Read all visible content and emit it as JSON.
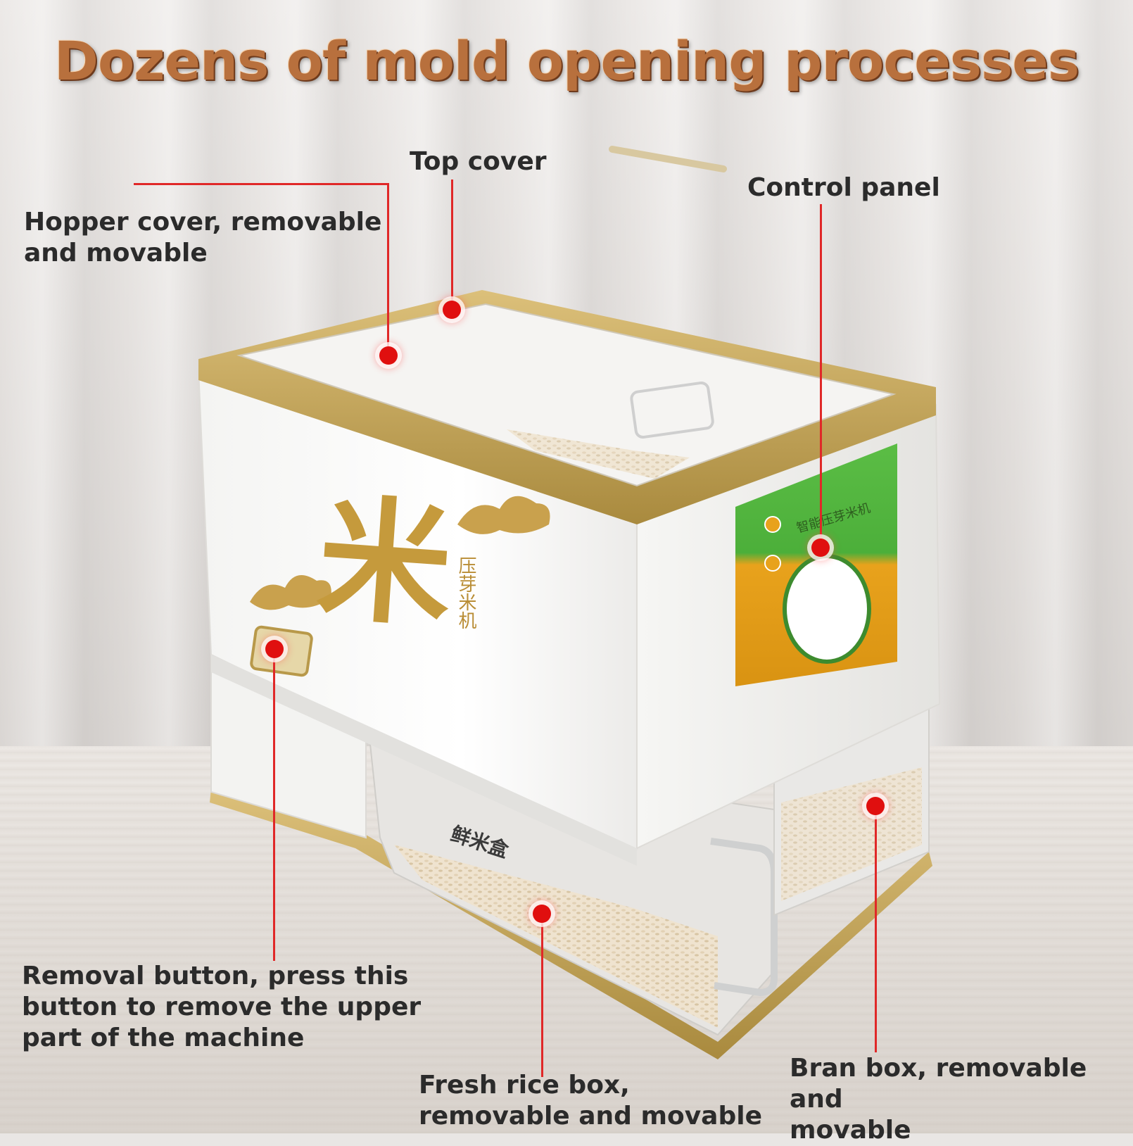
{
  "headline": "Dozens of mold opening processes",
  "labels": {
    "top_cover": "Top cover",
    "control_panel": "Control panel",
    "hopper_cover_line1": "Hopper cover, removable",
    "hopper_cover_line2": "and movable",
    "removal_button_line1": "Removal button, press this",
    "removal_button_line2": "button to remove the upper",
    "removal_button_line3": "part of the machine",
    "fresh_rice_box_line1": "Fresh rice box,",
    "fresh_rice_box_line2": "removable and movable",
    "bran_box_line1": "Bran box, removable and",
    "bran_box_line2": "movable"
  },
  "machine": {
    "front_character": "米",
    "side_text": "压芽米机",
    "panel_title": "智能压芽米机",
    "drawer_label": "鲜米盒"
  },
  "colors": {
    "gold_trim": "#c3a45a",
    "headline": "#b8703d",
    "marker": "#e00f0f",
    "panel_green": "#4caf3a",
    "panel_orange": "#e8a21c"
  }
}
